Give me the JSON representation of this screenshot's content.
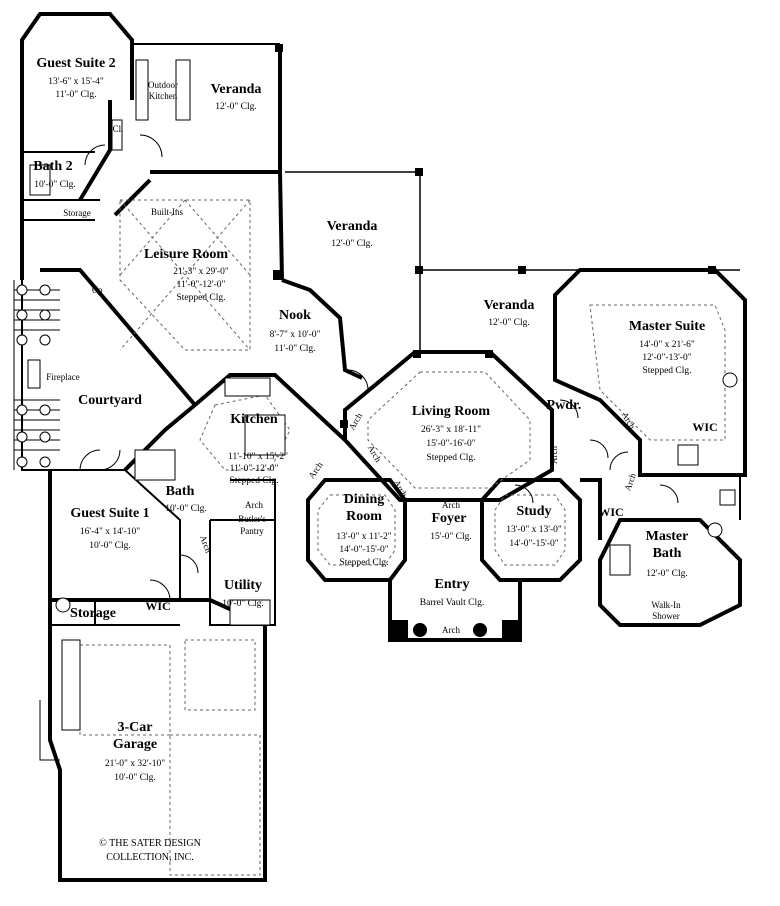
{
  "rooms": {
    "guest_suite_2": {
      "name": "Guest Suite 2",
      "dims": "13'-6\" x 15'-4\"",
      "ceiling": "11'-0\" Clg."
    },
    "outdoor_kitchen": {
      "line1": "Outdoor",
      "line2": "Kitchen"
    },
    "veranda_top": {
      "name": "Veranda",
      "ceiling": "12'-0\" Clg."
    },
    "cl": "Cl.",
    "bath_2": {
      "name": "Bath 2",
      "ceiling": "10'-0\" Clg."
    },
    "storage_upper": "Storage",
    "built_ins": "Built-Ins",
    "leisure_room": {
      "name": "Leisure Room",
      "dims": "21'-3\" x 29'-0\"",
      "ceiling": "11'-0\"-12'-0\"",
      "ceiling_type": "Stepped Clg."
    },
    "veranda_center": {
      "name": "Veranda",
      "ceiling": "12'-0\" Clg."
    },
    "veranda_right": {
      "name": "Veranda",
      "ceiling": "12'-0\" Clg."
    },
    "up": "Up",
    "fireplace": "Fireplace",
    "courtyard": {
      "name": "Courtyard"
    },
    "nook": {
      "name": "Nook",
      "dims": "8'-7\" x 10'-0\"",
      "ceiling": "11'-0\" Clg."
    },
    "master_suite": {
      "name": "Master Suite",
      "dims": "14'-0\" x 21'-6\"",
      "ceiling": "12'-0\"-13'-0\"",
      "ceiling_type": "Stepped Clg."
    },
    "kitchen": {
      "name": "Kitchen",
      "dims": "11'-10\" x 15'-2\"",
      "ceiling": "11'-0\"-12'-0\"",
      "ceiling_type": "Stepped Clg."
    },
    "living_room": {
      "name": "Living Room",
      "dims": "26'-3\" x 18'-11\"",
      "ceiling": "15'-0\"-16'-0\"",
      "ceiling_type": "Stepped Clg."
    },
    "pwdr": {
      "name": "Pwdr."
    },
    "wic_master": "WIC",
    "bath": {
      "name": "Bath",
      "ceiling": "10'-0\" Clg."
    },
    "butlers_pantry": {
      "line1": "Butler's",
      "line2": "Pantry"
    },
    "guest_suite_1": {
      "name": "Guest Suite 1",
      "dims": "16'-4\" x 14'-10\"",
      "ceiling": "10'-0\" Clg."
    },
    "dining_room": {
      "line1": "Dining",
      "line2": "Room",
      "dims": "13'-0\" x 11'-2\"",
      "ceiling": "14'-0\"-15'-0\"",
      "ceiling_type": "Stepped Clg."
    },
    "foyer": {
      "name": "Foyer",
      "ceiling": "15'-0\" Clg."
    },
    "study": {
      "name": "Study",
      "dims": "13'-0\" x 13'-0\"",
      "ceiling": "14'-0\"-15'-0\""
    },
    "wic_bath": "WIC",
    "master_bath": {
      "line1": "Master",
      "line2": "Bath",
      "ceiling": "12'-0\" Clg."
    },
    "utility": {
      "name": "Utility",
      "ceiling": "10'-0\" Clg."
    },
    "entry": {
      "name": "Entry",
      "ceiling": "Barrel Vault Clg."
    },
    "walk_in_shower": {
      "line1": "Walk-In",
      "line2": "Shower"
    },
    "storage_lower": "Storage",
    "wic_guest": "WIC",
    "garage": {
      "line1": "3-Car",
      "line2": "Garage",
      "dims": "21'-0\" x 32'-10\"",
      "ceiling": "10'-0\" Clg."
    }
  },
  "arch_labels": {
    "nook_arch": "Arch",
    "dining_arch_a": "Arch",
    "dining_arch_b": "Arch",
    "kitchen_arch": "Arch",
    "kitchen_arch_b": "Arch",
    "butler_arch": "Arch",
    "foyer_arch": "Arch",
    "entry_arch": "Arch",
    "living_arch_right": "Arch",
    "pwdr_arch": "Arch",
    "master_arch": "Arch"
  },
  "copyright": {
    "line1": "© THE SATER DESIGN",
    "line2": "COLLECTION, INC."
  }
}
